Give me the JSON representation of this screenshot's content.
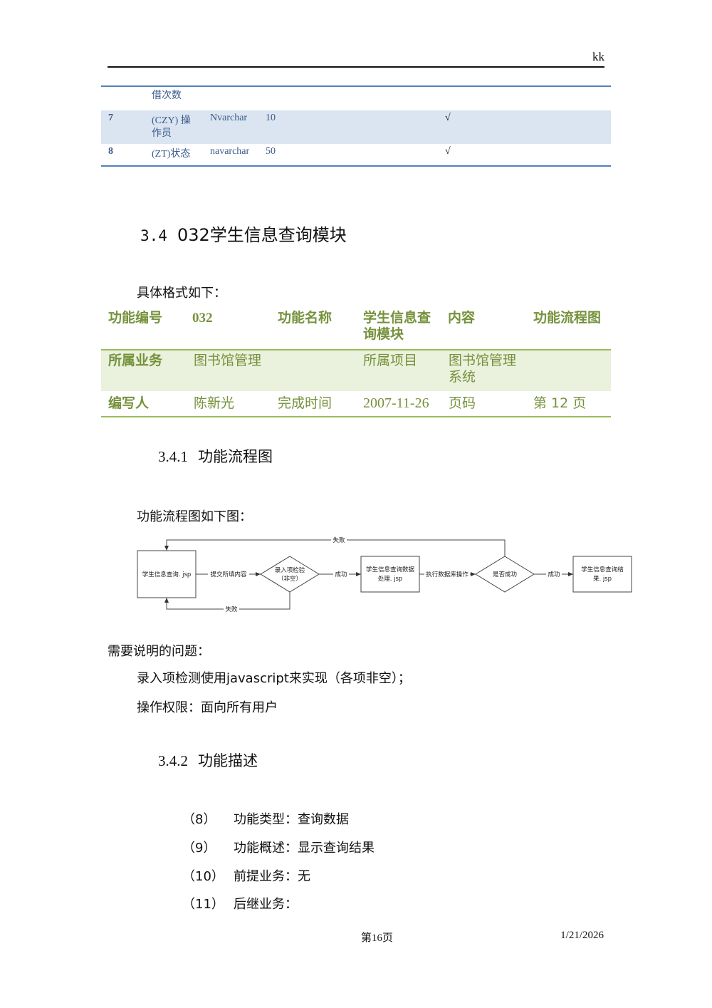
{
  "header": {
    "right_text": "kk"
  },
  "prev_table": {
    "rows": [
      {
        "num": "",
        "name": "借次数",
        "type": "",
        "length": "",
        "check": ""
      },
      {
        "num": "7",
        "name_line1": "(CZY) 操",
        "name_line2": "作员",
        "type": "Nvarchar",
        "length": "10",
        "check": "√"
      },
      {
        "num": "8",
        "name": "(ZT)状态",
        "type": "navarchar",
        "length": "50",
        "check": "√"
      }
    ]
  },
  "section": {
    "number": "3.4",
    "title": "032学生信息查询模块"
  },
  "intro_text": "具体格式如下：",
  "info_table": {
    "row1": {
      "c1": "功能编号",
      "c2": "032",
      "c3": "功能名称",
      "c4_line1": "学生信息查",
      "c4_line2": "询模块",
      "c5": "内容",
      "c6": "功能流程图"
    },
    "row2": {
      "c1": "所属业务",
      "c2": "图书馆管理",
      "c4": "所属项目",
      "c5_line1": "图书馆管理",
      "c5_line2": "系统"
    },
    "row3": {
      "c1": "编写人",
      "c2": "陈新光",
      "c3": "完成时间",
      "c4": "2007-11-26",
      "c5": "页码",
      "c6": "第 12 页"
    }
  },
  "sub1": {
    "number": "3.4.1",
    "title": "功能流程图"
  },
  "flow_intro": "功能流程图如下图：",
  "flowchart": {
    "box1": "学生信息查询. jsp",
    "edge1": "提交所填内容",
    "diamond1_line1": "录入项检验",
    "diamond1_line2": "（非空）",
    "edge2": "成功",
    "box2_line1": "学生信息查询数据",
    "box2_line2": "处理. jsp",
    "edge3": "执行数据库操作",
    "diamond2": "是否成功",
    "edge4": "成功",
    "box3_line1": "学生信息查询结",
    "box3_line2": "果. jsp",
    "fail_top": "失败",
    "fail_bottom": "失败"
  },
  "notes": {
    "heading": "需要说明的问题：",
    "line1": "录入项检测使用javascript来实现（各项非空）；",
    "line2": "操作权限：面向所有用户"
  },
  "sub2": {
    "number": "3.4.2",
    "title": "功能描述"
  },
  "desc_items": [
    {
      "num": "（8）",
      "text": "功能类型：查询数据"
    },
    {
      "num": "（9）",
      "text": "功能概述：显示查询结果"
    },
    {
      "num": "（10）",
      "text": "前提业务：无"
    },
    {
      "num": "（11）",
      "text": "后继业务："
    }
  ],
  "footer": {
    "page": "第16页",
    "date": "1/21/2026"
  }
}
